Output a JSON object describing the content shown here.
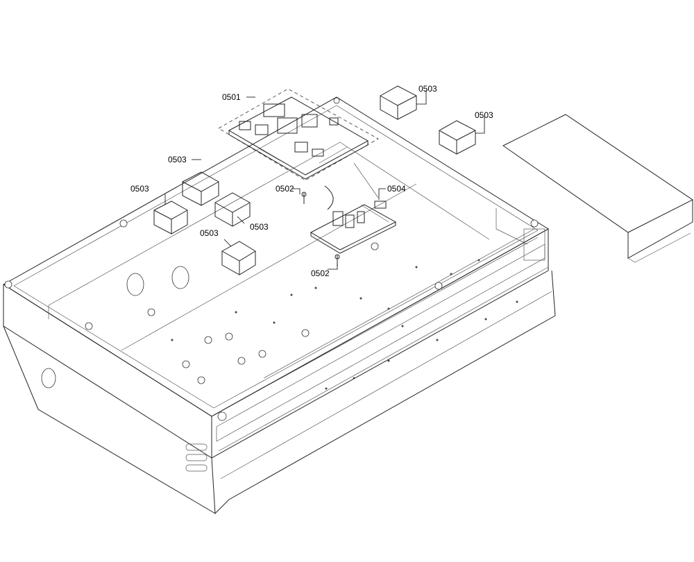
{
  "diagram": {
    "colors": {
      "ink": "#222222",
      "background": "#ffffff"
    },
    "callouts": [
      {
        "id": "c1",
        "text": "0501"
      },
      {
        "id": "c2",
        "text": "0503"
      },
      {
        "id": "c3",
        "text": "0503"
      },
      {
        "id": "c4",
        "text": "0503"
      },
      {
        "id": "c5",
        "text": "0503"
      },
      {
        "id": "c6",
        "text": "0503"
      },
      {
        "id": "c7",
        "text": "0503"
      },
      {
        "id": "c8",
        "text": "0502"
      },
      {
        "id": "c9",
        "text": "0502"
      },
      {
        "id": "c10",
        "text": "0504"
      }
    ]
  }
}
